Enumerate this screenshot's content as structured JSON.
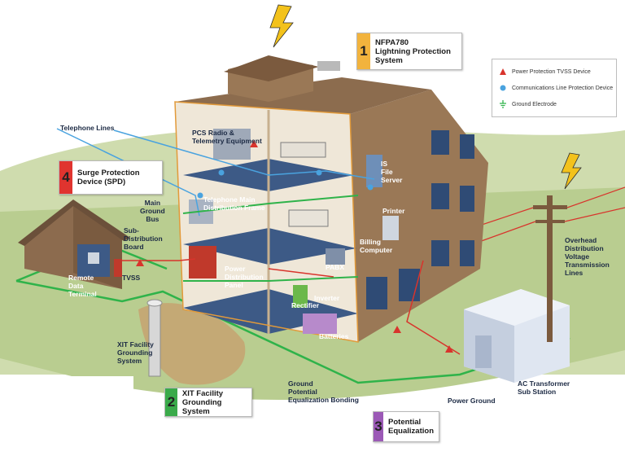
{
  "colors": {
    "sky_green": "#c9d9a6",
    "ground_green": "#b3c98a",
    "building_brown": "#8a6a4c",
    "floor_blue": "#3d5a86",
    "ground_wire": "#2fb34a",
    "power_wire": "#d8342c",
    "comm_wire": "#4aa3df",
    "lightning": "#f3c21b",
    "callout1": "#f2b33d",
    "callout2": "#3aaa4a",
    "callout3": "#9b59b6",
    "callout4": "#e0342f"
  },
  "callouts": [
    {
      "number": "1",
      "text": "NFPA780\nLightning Protection\nSystem"
    },
    {
      "number": "2",
      "text": "XIT Facility\nGrounding System"
    },
    {
      "number": "3",
      "text": "Potential\nEqualization"
    },
    {
      "number": "4",
      "text": "Surge Protection\nDevice (SPD)"
    }
  ],
  "legend": [
    {
      "icon": "triangle-icon",
      "label": "Power Protection TVSS Device"
    },
    {
      "icon": "circle-icon",
      "label": "Communications Line Protection Device"
    },
    {
      "icon": "ground-icon",
      "label": "Ground Electrode"
    }
  ],
  "labels": {
    "telephone_lines": "Telephone Lines",
    "pcs_radio": "PCS Radio &\nTelemetry Equipment",
    "telephone_main": "Telephone Main\nDistribution Frame",
    "main_ground_bus": "Main\nGround\nBus",
    "power_panel": "Power\nDistribution\nPanel",
    "sub_board": "Sub-\nDistribution\nBoard",
    "remote_terminal": "Remote\nData\nTerminal",
    "tvss": "TVSS",
    "is_file_server": "IS\nFile\nServer",
    "printer": "Printer",
    "billing": "Billing\nComputer",
    "pabx": "PABX",
    "inverter": "Inverter",
    "rectifier": "Rectifier",
    "batteries": "Batteries",
    "overhead": "Overhead\nDistribution\nVoltage\nTransmission\nLines",
    "xit_system": "XIT Facility\nGrounding\nSystem",
    "ground_bonding": "Ground\nPotential\nEqualization Bonding",
    "power_ground": "Power Ground",
    "ac_transformer": "AC Transformer\nSub Station"
  }
}
